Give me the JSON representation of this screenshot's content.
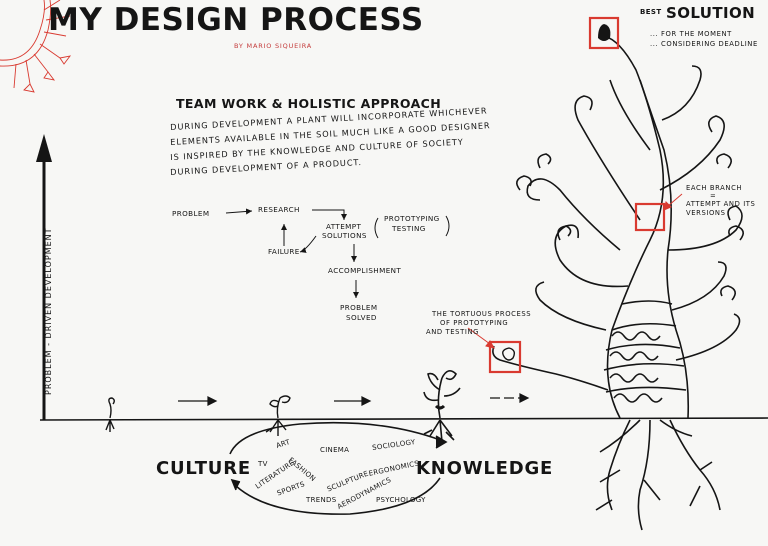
{
  "header": {
    "title": "MY DESIGN PROCESS",
    "byline": "by MARIO SIQUEIRA"
  },
  "intro": {
    "heading": "TEAM WORK & HOLISTIC APPROACH",
    "lines": [
      "DURING DEVELOPMENT A PLANT WILL INCORPORATE WHICHEVER",
      "ELEMENTS AVAILABLE IN THE SOIL MUCH LIKE A GOOD DESIGNER",
      "IS INSPIRED BY THE KNOWLEDGE AND CULTURE OF SOCIETY",
      "DURING DEVELOPMENT OF A PRODUCT."
    ]
  },
  "flowchart": {
    "problem": "PROBLEM",
    "research": "RESEARCH",
    "attempt_line1": "ATTEMPT",
    "attempt_line2": "SOLUTIONS",
    "prototyping_line1": "PROTOTYPING",
    "prototyping_line2": "TESTING",
    "failure": "FAILURE",
    "accomplishment": "ACCOMPLISHMENT",
    "solved_line1": "PROBLEM",
    "solved_line2": "SOLVED"
  },
  "axis": {
    "label": "PROBLEM - DRIVEN DEVELOPMENT"
  },
  "annotations": {
    "best": "BEST",
    "solution": "SOLUTION",
    "solution_note1": "... FOR THE MOMENT",
    "solution_note2": "... CONSIDERING DEADLINE",
    "branch_line1": "EACH BRANCH",
    "branch_line2": "=",
    "branch_line3": "ATTEMPT AND ITS",
    "branch_line4": "VERSIONS",
    "tortuous_line1": "THE TORTUOUS PROCESS",
    "tortuous_line2": "OF PROTOTYPING",
    "tortuous_line3": "AND TESTING"
  },
  "soil": {
    "culture": "CULTURE",
    "knowledge": "KNOWLEDGE",
    "topics": {
      "art": "ART",
      "cinema": "CINEMA",
      "sociology": "SOCIOLOGY",
      "tv": "TV",
      "fashion": "FASHION",
      "literature": "LITERATURE",
      "sculpture": "SCULPTURE",
      "ergonomics": "ERGONOMICS",
      "sports": "SPORTS",
      "trends": "TRENDS",
      "aerodynamics": "AERODYNAMICS",
      "psychology": "PSYCHOLOGY"
    }
  },
  "colors": {
    "ink": "#151515",
    "accent_red": "#d93a30",
    "paper": "#f7f7f5"
  }
}
